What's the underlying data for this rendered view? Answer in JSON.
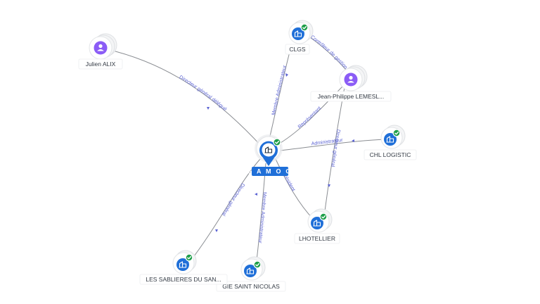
{
  "graph": {
    "center": {
      "label": "S A M O G",
      "icon": "building-icon",
      "verified_icon": "check-badge-icon"
    },
    "nodes": [
      {
        "id": "julien",
        "label": "Julien ALIX",
        "kind": "person",
        "icon": "person-icon"
      },
      {
        "id": "clgs",
        "label": "CLGS",
        "kind": "company",
        "icon": "building-icon",
        "verified": true
      },
      {
        "id": "jp",
        "label": "Jean-Philippe LEMESL...",
        "kind": "person",
        "icon": "person-icon"
      },
      {
        "id": "chl",
        "label": "CHL LOGISTIC",
        "kind": "company",
        "icon": "building-icon",
        "verified": true
      },
      {
        "id": "lhotellier",
        "label": "LHOTELLIER",
        "kind": "company",
        "icon": "building-icon",
        "verified": true
      },
      {
        "id": "gie",
        "label": "GIE SAINT NICOLAS",
        "kind": "company",
        "icon": "building-icon",
        "verified": true
      },
      {
        "id": "sablieres",
        "label": "LES SABLIERES DU SAN...",
        "kind": "company",
        "icon": "building-icon",
        "verified": true
      }
    ],
    "edges": [
      {
        "id": "e-julien",
        "label": "Directeur général délégué"
      },
      {
        "id": "e-clgs",
        "label": "Membre Administrateur"
      },
      {
        "id": "e-jp-samog",
        "label": "Représentant"
      },
      {
        "id": "e-jp-clgs",
        "label": "Contrôleur de gestion"
      },
      {
        "id": "e-chl",
        "label": "Administrateur"
      },
      {
        "id": "e-jp-lhot",
        "label": "Directeur général"
      },
      {
        "id": "e-lhot",
        "label": "Président"
      },
      {
        "id": "e-gie",
        "label": "Membre Administrateur"
      },
      {
        "id": "e-sab",
        "label": "Directeur général"
      }
    ]
  }
}
